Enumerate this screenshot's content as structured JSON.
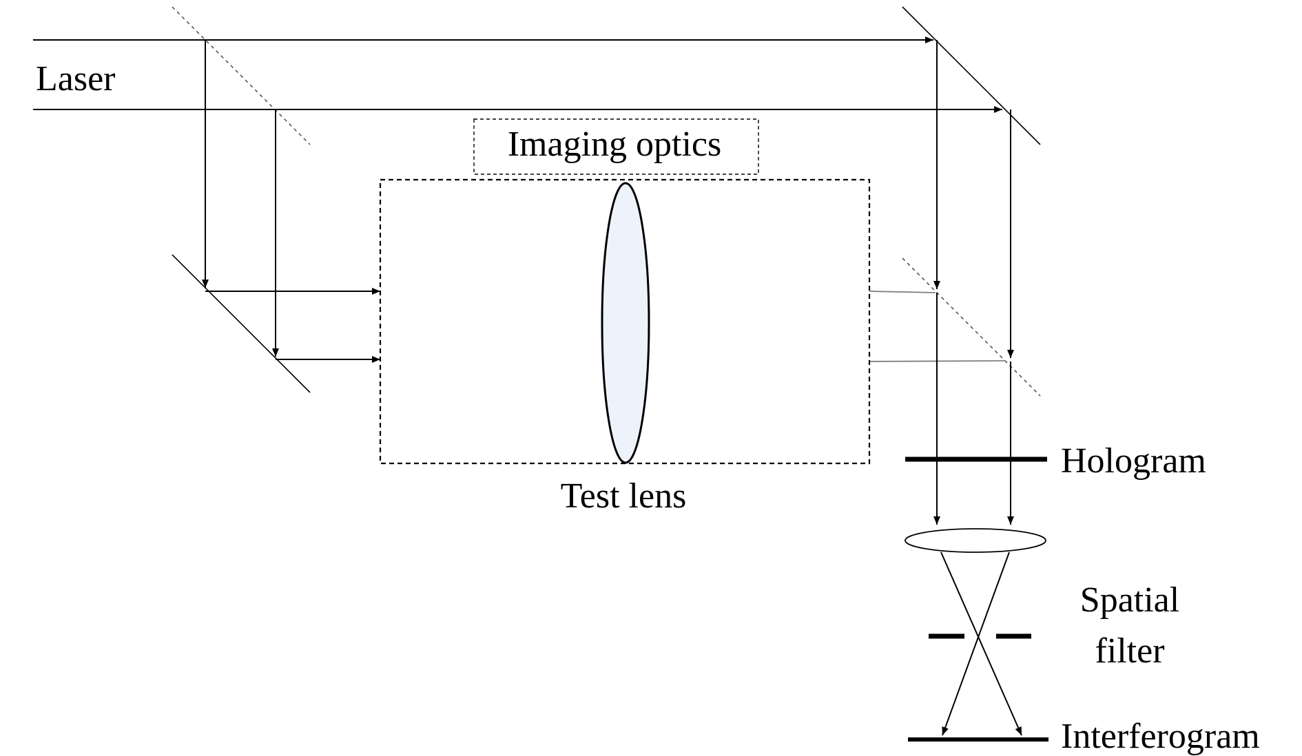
{
  "labels": {
    "laser": "Laser",
    "imaging_optics": "Imaging optics",
    "test_lens": "Test lens",
    "hologram": "Hologram",
    "spatial_filter_line1": "Spatial",
    "spatial_filter_line2": "filter",
    "interferogram": "Interferogram"
  },
  "colors": {
    "stroke": "#000000",
    "guide": "#808080",
    "lens_fill": "#eef2fa",
    "background": "#ffffff"
  }
}
